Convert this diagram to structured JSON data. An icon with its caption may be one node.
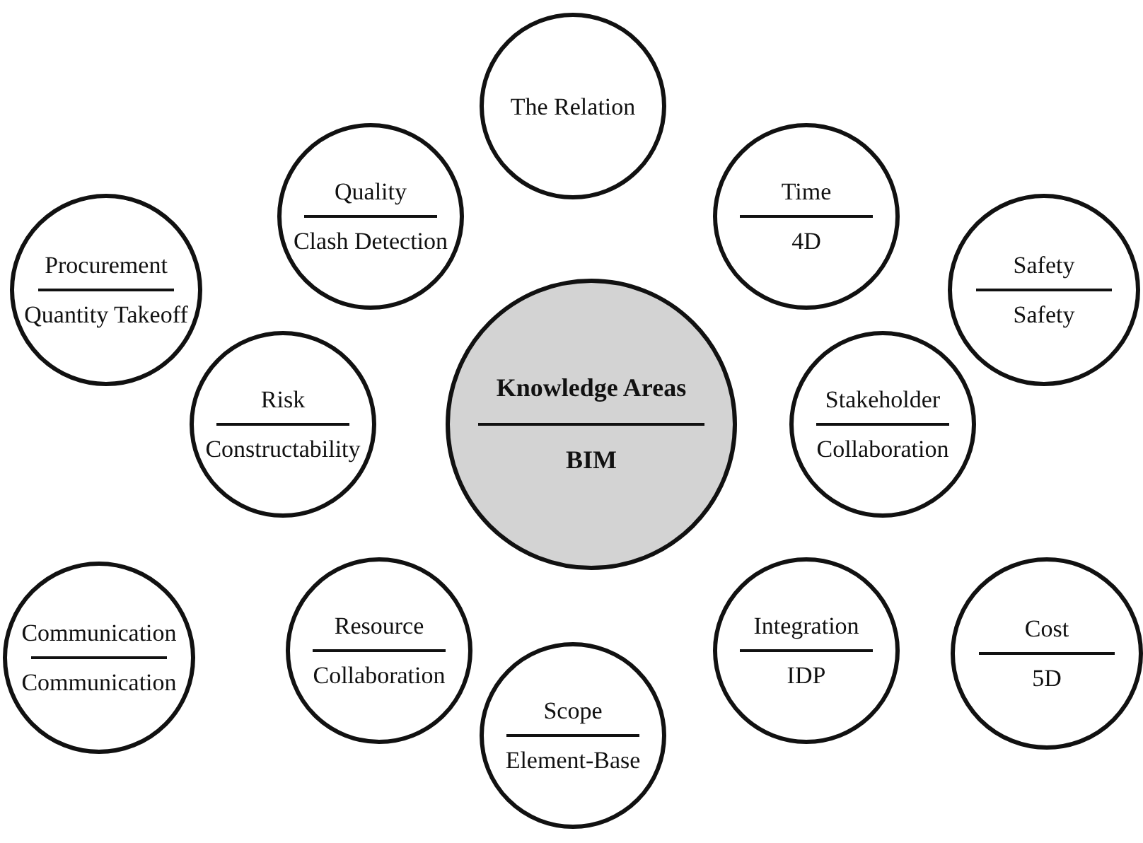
{
  "diagram": {
    "nodes": [
      {
        "text": [
          "The Relation"
        ]
      },
      {
        "text": [
          "Quality",
          "Clash Detection"
        ]
      },
      {
        "text": [
          "Time",
          "4D"
        ]
      },
      {
        "text": [
          "Procurement",
          "Quantity Takeoff"
        ]
      },
      {
        "text": [
          "Safety",
          "Safety"
        ]
      },
      {
        "text": [
          "Knowledge Areas",
          "BIM"
        ]
      },
      {
        "text": [
          "Risk",
          "Constructability"
        ]
      },
      {
        "text": [
          "Stakeholder",
          "Collaboration"
        ]
      },
      {
        "text": [
          "Communication",
          "Communication"
        ]
      },
      {
        "text": [
          "Resource",
          "Collaboration"
        ]
      },
      {
        "text": [
          "Integration",
          "IDP"
        ]
      },
      {
        "text": [
          "Cost",
          "5D"
        ]
      },
      {
        "text": [
          "Scope",
          "Element-Base"
        ]
      }
    ]
  }
}
